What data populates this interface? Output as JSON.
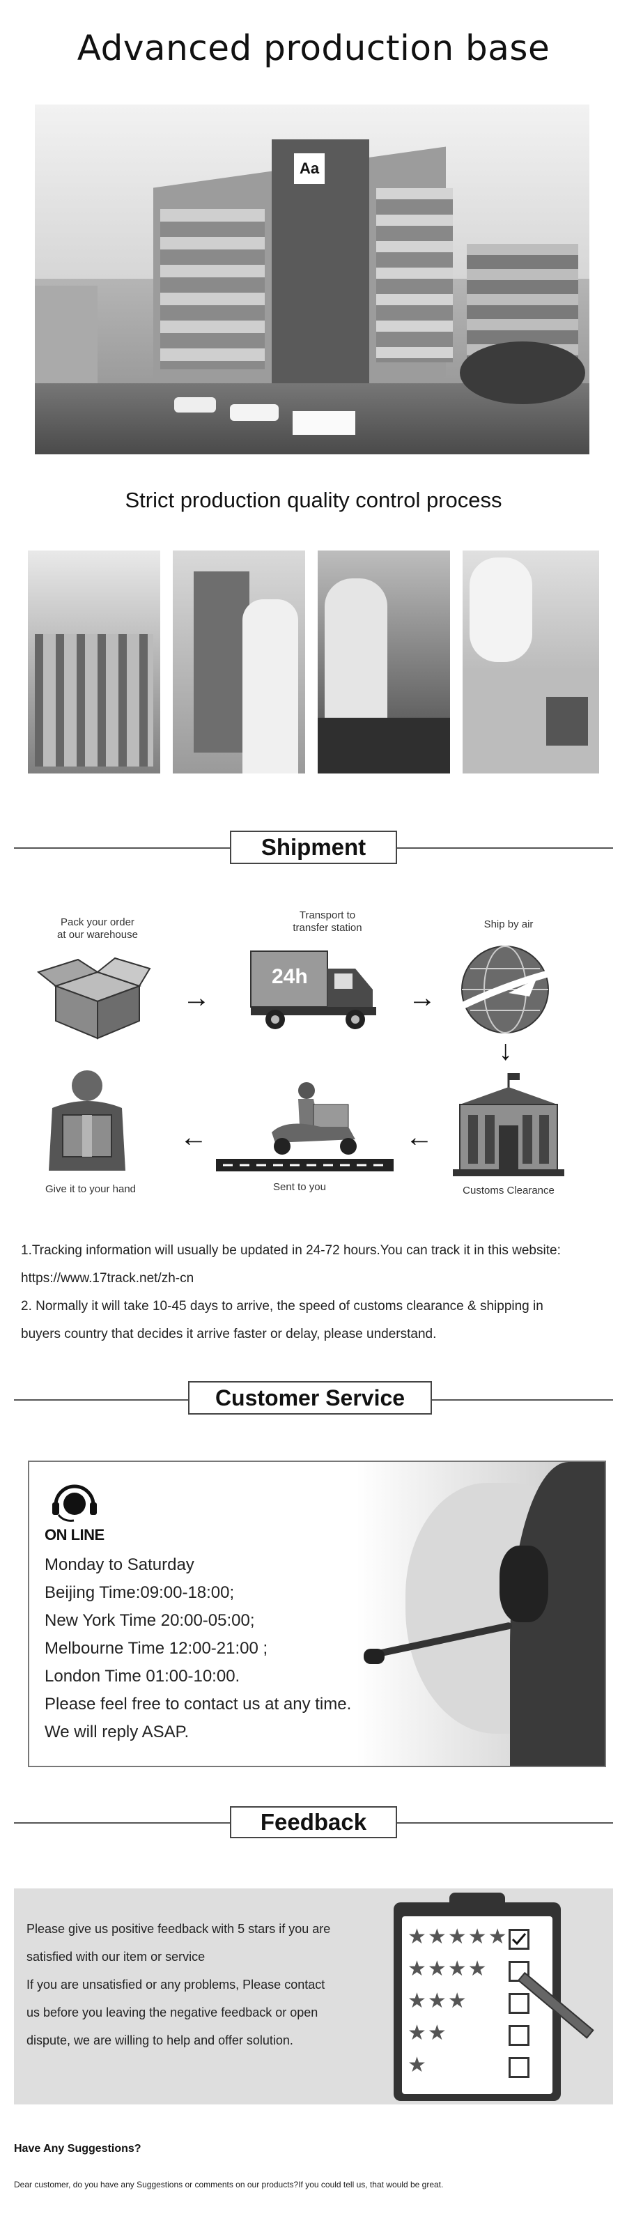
{
  "production": {
    "title": "Advanced production base",
    "building_sign": "Aa",
    "quality_title": "Strict production quality control process"
  },
  "shipment": {
    "heading": "Shipment",
    "steps": {
      "pack": "Pack your order\nat our warehouse",
      "transport": "Transport to\ntransfer station",
      "air": "Ship by air",
      "customs": "Customs Clearance",
      "sent": "Sent to you",
      "hand": "Give it to your hand"
    },
    "truck_badge": "24h",
    "note1": "1.Tracking information will usually be updated in 24-72 hours.You can track it in this website:",
    "note1_url": "https://www.17track.net/zh-cn",
    "note2a": "2. Normally it will take 10-45 days to arrive, the speed of customs clearance & shipping in",
    "note2b": "buyers country that decides it arrive faster or delay, please understand."
  },
  "customer_service": {
    "heading": "Customer Service",
    "online_label": "ON LINE",
    "lines": [
      "Monday to Saturday",
      "Beijing Time:09:00-18:00;",
      "New York Time 20:00-05:00;",
      "Melbourne Time 12:00-21:00 ;",
      "London Time 01:00-10:00.",
      "Please feel free to contact us at any time.",
      "We will reply ASAP."
    ]
  },
  "feedback": {
    "heading": "Feedback",
    "lines": [
      "Please give us  positive feedback with 5 stars if you are",
      "satisfied with our item or service",
      "If you are unsatisfied or any problems, Please contact",
      "us before you leaving the negative feedback or open",
      "dispute, we are willing to help and offer solution."
    ],
    "stars": [
      "★★★★★",
      "★★★★",
      "★★★",
      "★★",
      "★"
    ]
  },
  "suggestions": {
    "heading": "Have Any Suggestions?",
    "text": "Dear customer, do you have any Suggestions or comments on our products?If you could tell us, that would be great."
  }
}
